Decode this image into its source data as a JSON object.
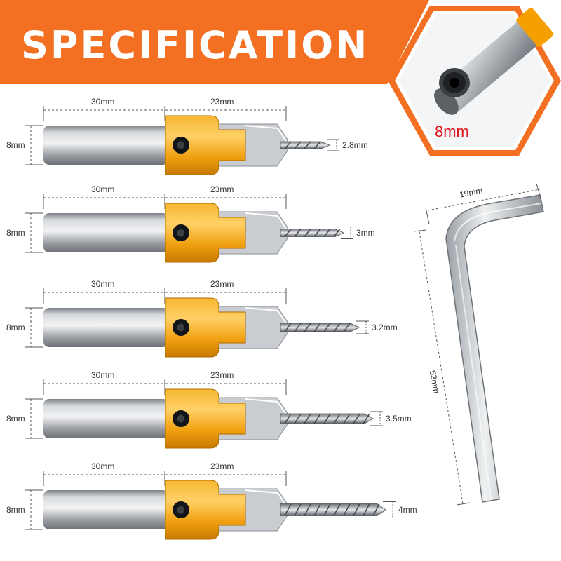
{
  "banner": {
    "title": "SPECIFICATION",
    "color": "#f36f21"
  },
  "inset": {
    "shank_label": "8mm",
    "label_color": "#e3101a"
  },
  "bits": [
    {
      "shank_length": "30mm",
      "cutter_length": "23mm",
      "shank_diameter": "8mm",
      "drill_diameter": "2.8mm"
    },
    {
      "shank_length": "30mm",
      "cutter_length": "23mm",
      "shank_diameter": "8mm",
      "drill_diameter": "3mm"
    },
    {
      "shank_length": "30mm",
      "cutter_length": "23mm",
      "shank_diameter": "8mm",
      "drill_diameter": "3.2mm"
    },
    {
      "shank_length": "30mm",
      "cutter_length": "23mm",
      "shank_diameter": "8mm",
      "drill_diameter": "3.5mm"
    },
    {
      "shank_length": "30mm",
      "cutter_length": "23mm",
      "shank_diameter": "8mm",
      "drill_diameter": "4mm"
    }
  ],
  "hex_key": {
    "short_arm": "19mm",
    "long_arm": "53mm"
  },
  "colors": {
    "collar": "#f5a000",
    "steel": "#b8bcc2",
    "dimension_line": "#555555"
  }
}
